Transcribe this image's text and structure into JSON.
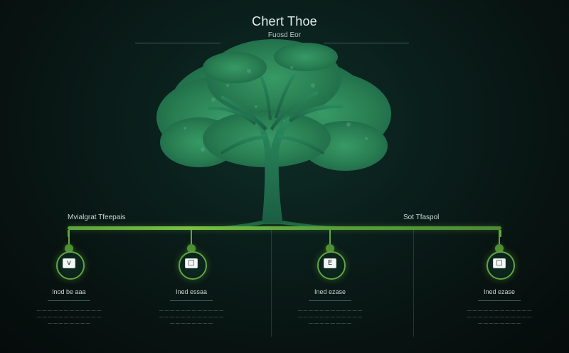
{
  "header": {
    "title": "Chert Thoe",
    "subtitle": "Fuosd Eor"
  },
  "side_labels": {
    "left": "Mvialgrat Tfeepais",
    "right": "Sot Tfaspol"
  },
  "nodes": [
    {
      "label": "lnod be aaa",
      "desc_line1": "— — — — — — — — — — — —",
      "desc_line2": "— — — — — — — — — — — —",
      "desc_line3": "— — — — — — — —",
      "icon": "v-glyph-icon",
      "icon_char": "v"
    },
    {
      "label": "Ined essaa",
      "desc_line1": "— — — — — — — — — — — —",
      "desc_line2": "— — — — — — — — — — — —",
      "desc_line3": "— — — — — — — —",
      "icon": "square-icon",
      "icon_char": "□"
    },
    {
      "label": "Ined ezase",
      "desc_line1": "— — — — — — — — — — — —",
      "desc_line2": "— — — — — — — — — — — —",
      "desc_line3": "— — — — — — — —",
      "icon": "e-glyph-icon",
      "icon_char": "E"
    },
    {
      "label": "Ined ezase",
      "desc_line1": "— — — — — — — — — — — —",
      "desc_line2": "— — — — — — — — — — — —",
      "desc_line3": "— — — — — — — —",
      "icon": "square-icon",
      "icon_char": "□"
    }
  ],
  "colors": {
    "accent": "#7bc043",
    "tree_dark": "#1e6a4b",
    "tree_light": "#3aa06a",
    "background": "#081311"
  }
}
